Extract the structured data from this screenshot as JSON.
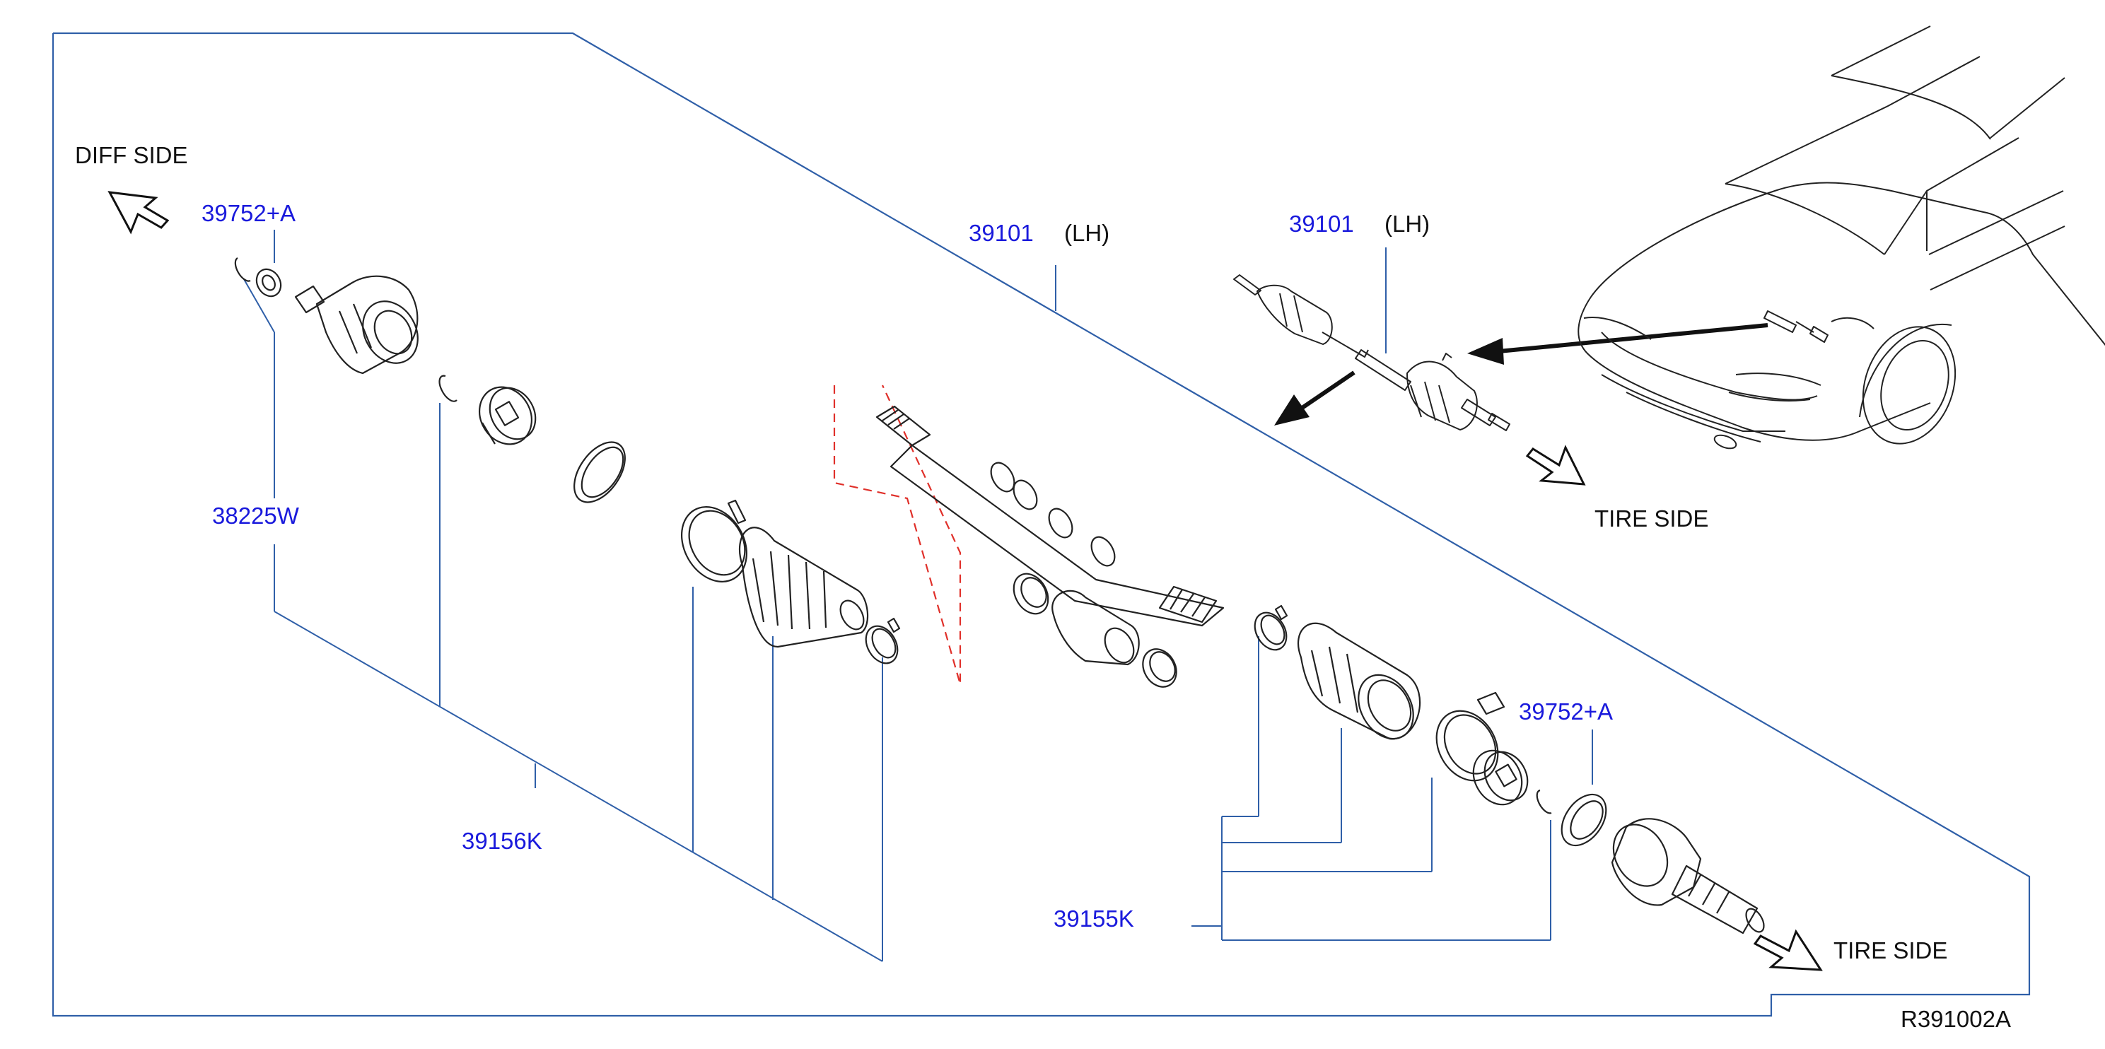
{
  "colors": {
    "part_number": "#1a1adc",
    "leader": "#2f5fa8",
    "drawing": "#222222",
    "highlight": "#e0302a"
  },
  "labels": {
    "diff_side": "DIFF   SIDE",
    "tire_side_top": "TIRE   SIDE",
    "tire_side_bottom": "TIRE   SIDE",
    "lh_main": "(LH)",
    "lh_inset": "(LH)",
    "drawing_code": "R391002A"
  },
  "parts": {
    "p39752a_left": "39752+A",
    "p39752a_right": "39752+A",
    "p38225w": "38225W",
    "p39101_main": "39101",
    "p39101_inset": "39101",
    "p39156k": "39156K",
    "p39155k": "39155K"
  },
  "icons": {
    "diff_arrow": "hollow-arrow-up-left-icon",
    "tire_arrow": "hollow-arrow-down-right-icon"
  }
}
